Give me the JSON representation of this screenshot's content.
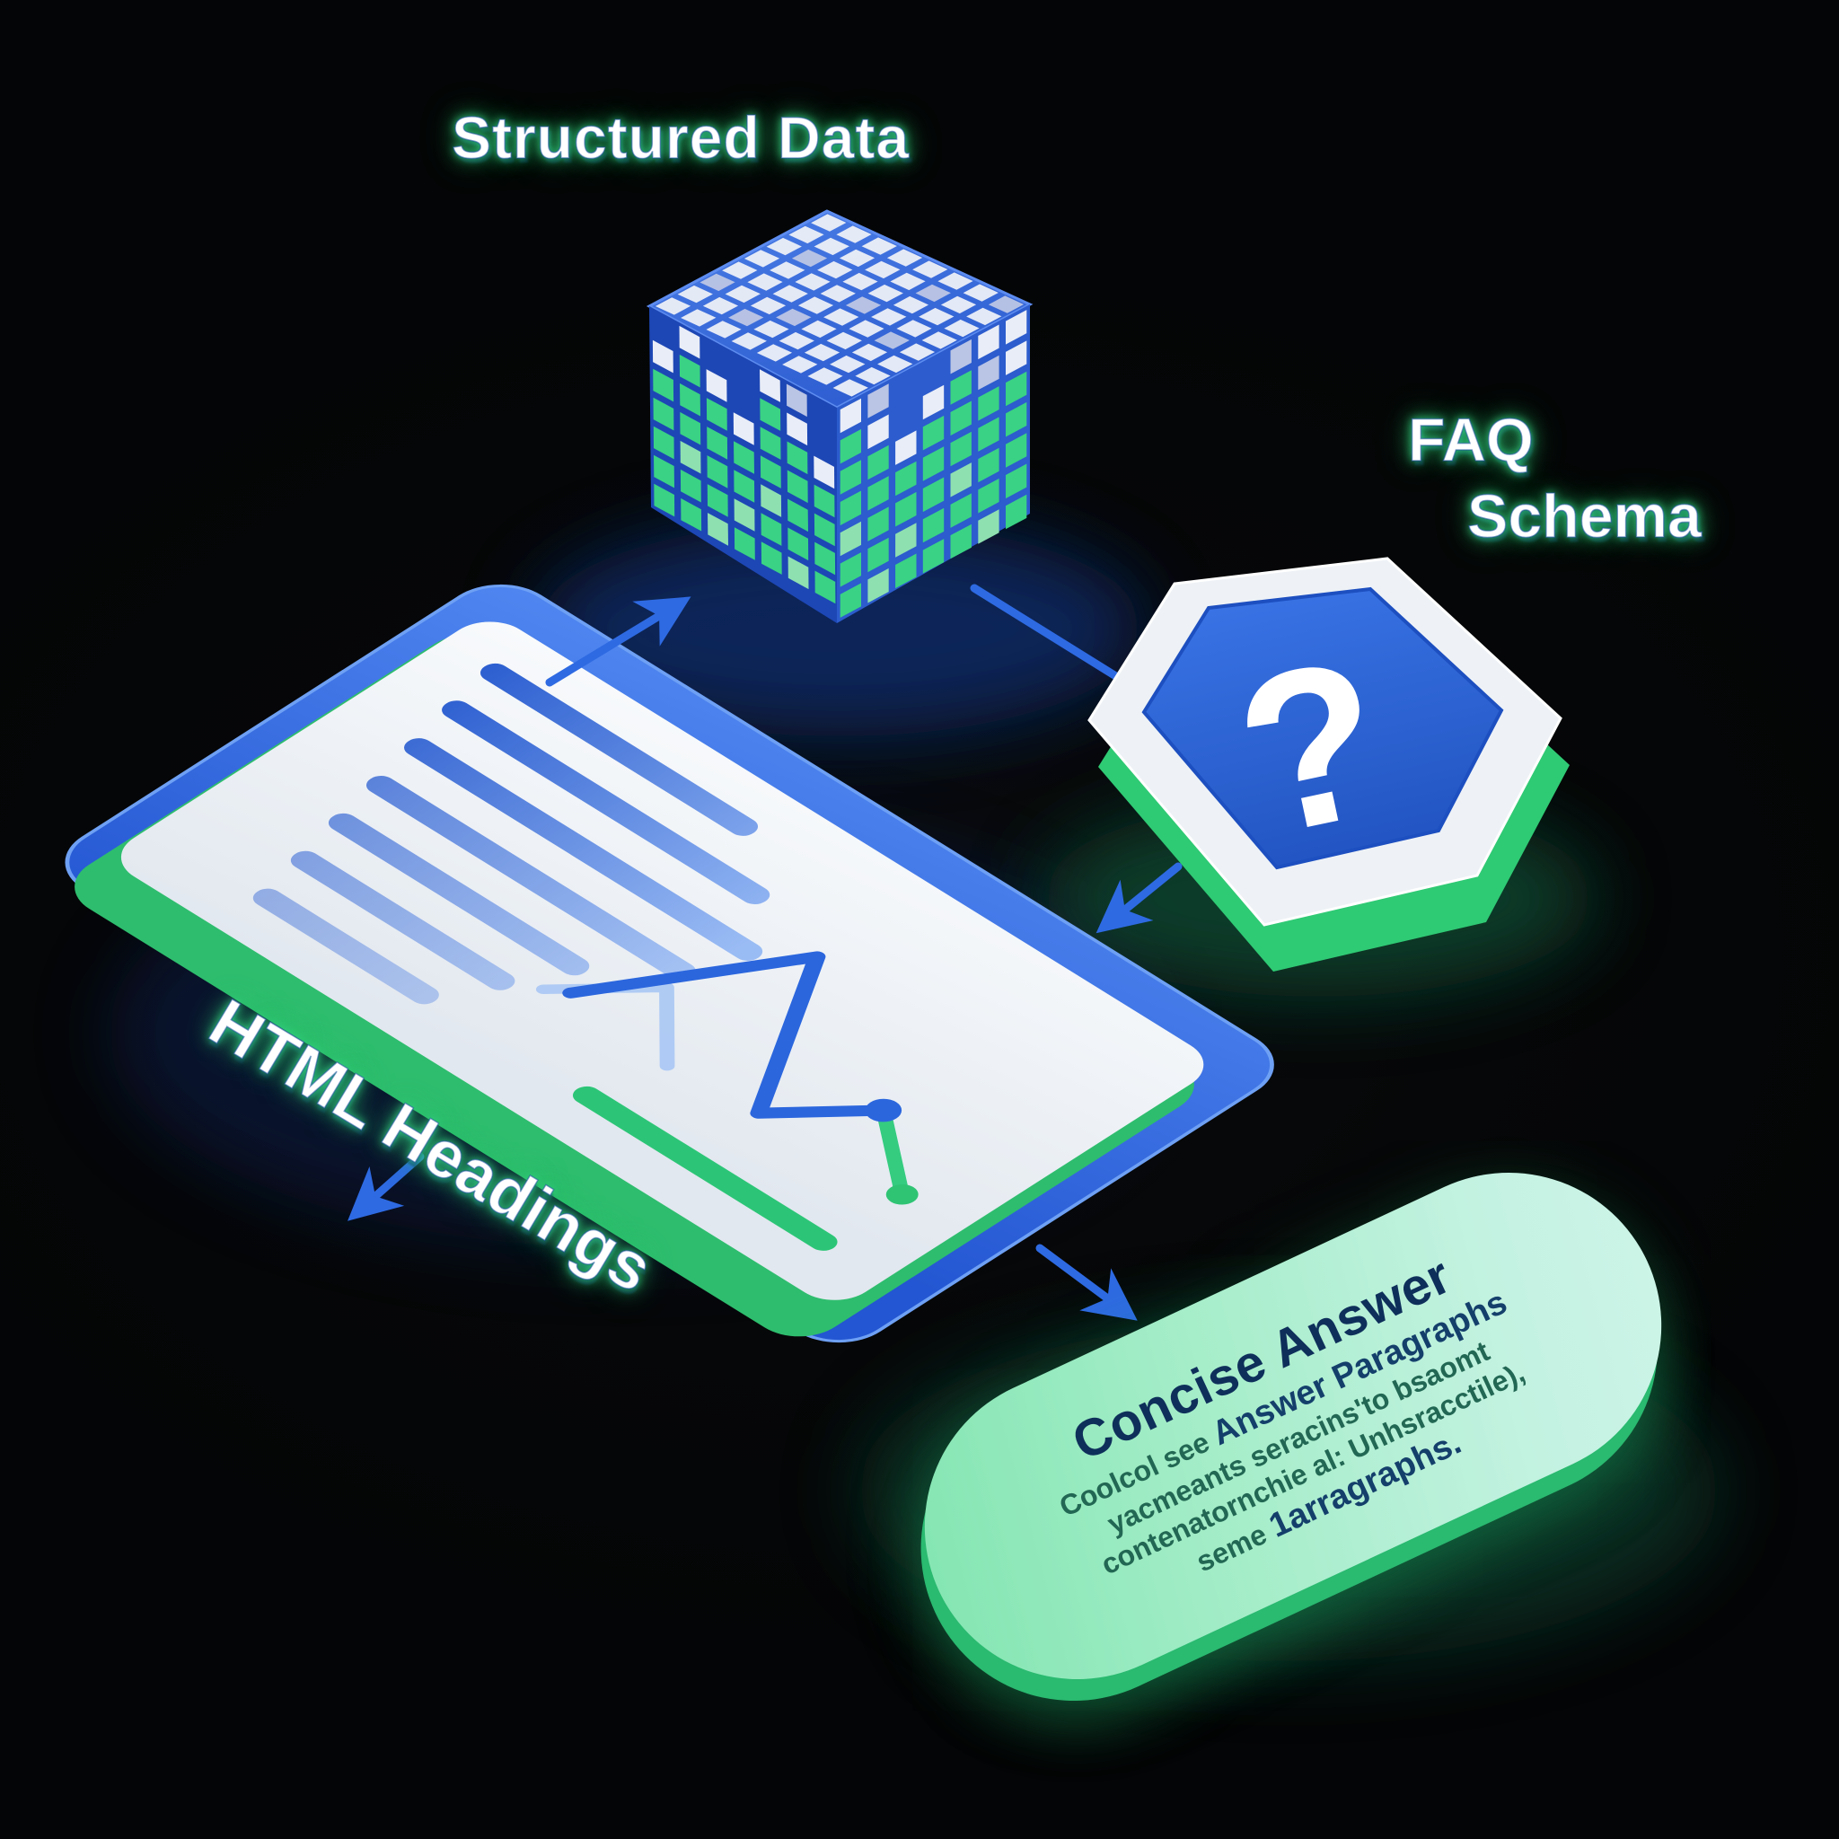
{
  "labels": {
    "structured_data": "Structured Data",
    "faq_line1": "FAQ",
    "faq_line2": "Schema",
    "html_headings": "HTML Headings"
  },
  "pill": {
    "title": "Concise Answer",
    "line2_prefix": "Coolcol see ",
    "line2_bold": "Answer Paragraphs",
    "line3": "yacmeants seracins'to bsaomt",
    "line4": "contenatornchie al: Unhsracctile),",
    "line5_prefix": "seme ",
    "line5_bold": "1arragraphs."
  },
  "icons": {
    "question_mark": "?",
    "cube": "data-cube-icon",
    "document": "document-chart-icon",
    "hexagon": "question-hexagon-icon",
    "pill": "concise-answer-pill"
  },
  "colors": {
    "background": "#050607",
    "arrow_blue": "#2e6ae2",
    "cube_top_face": "#3b72dd",
    "cube_left_face": "#1d47b5",
    "cube_right_face": "#2c5ccd",
    "tile_white": "#e9edf7",
    "tile_green": "#3ad284",
    "doc_base_blue": "#3570e6",
    "doc_layer_green": "#2ebd6e",
    "doc_paper_white": "#f2f5f8",
    "heading_bar_blue": "#2563d9",
    "chart_line_blue": "#2b66dd",
    "chart_line_green": "#35cc80",
    "hex_green": "#2fca74",
    "hex_white": "#eef2f6",
    "hex_blue": "#2e68d9",
    "pill_green": "#9aeac0",
    "pill_edge_green": "#2aba70",
    "pill_text_navy": "#0e2f5a",
    "pill_text_teal": "#226753",
    "label_glow_green": "#34d183"
  }
}
